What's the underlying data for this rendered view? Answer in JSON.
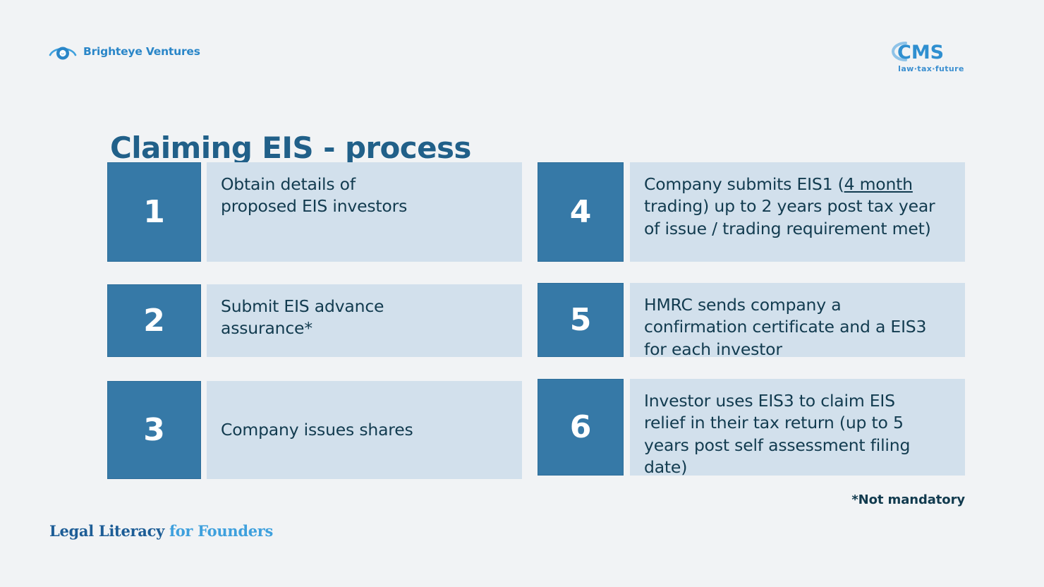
{
  "slide": {
    "title": "Claiming EIS - process",
    "background_color": "#f1f3f5",
    "title_color": "#216089",
    "number_box_color": "#3679a7",
    "text_box_color": "#d2e0ec",
    "body_text_color": "#123b4f"
  },
  "brand_left": {
    "icon": "eye-icon",
    "name": "Brighteye Ventures",
    "color": "#2a86c8"
  },
  "brand_right": {
    "icon": "cms-logo-icon",
    "name": "CMS",
    "tagline": "law·tax·future",
    "color": "#3b8fd0"
  },
  "steps": {
    "left": [
      {
        "number": "1",
        "lines": [
          "Obtain details of",
          "proposed EIS investors"
        ],
        "align": "top"
      },
      {
        "number": "2",
        "lines": [
          "Submit EIS advance",
          "assurance*"
        ],
        "align": "top"
      },
      {
        "number": "3",
        "lines": [
          "Company issues shares"
        ],
        "align": "center"
      }
    ],
    "right": [
      {
        "number": "4",
        "text_before": "Company submits EIS1 (",
        "link_text": "4 month",
        "text_after": " trading) up to 2 years post tax year of issue / trading requirement met)",
        "align": "top"
      },
      {
        "number": "5",
        "lines": [
          "HMRC sends company a",
          "confirmation certificate and a EIS3",
          "for each investor"
        ],
        "align": "top"
      },
      {
        "number": "6",
        "lines": [
          "Investor uses EIS3 to claim EIS",
          "relief in their tax return (up to 5",
          "years post self assessment filing",
          "date)"
        ],
        "align": "top"
      }
    ]
  },
  "footnote": "*Not mandatory",
  "footer_brand": {
    "part_dark": "Legal Literacy",
    "part_light": " for Founders"
  }
}
